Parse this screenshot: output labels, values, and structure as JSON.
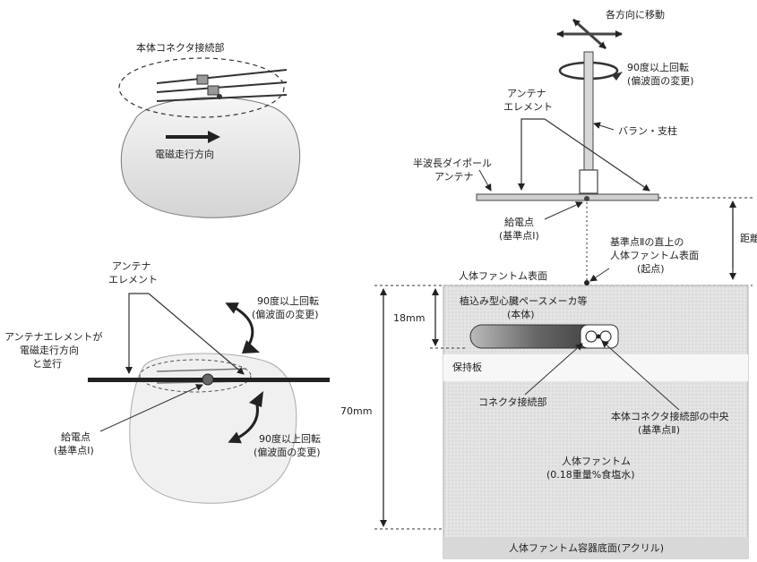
{
  "labels": {
    "body_connector": "本体コネクタ接続部",
    "field_direction": "電磁走行方向",
    "move_each_direction": "各方向に移動",
    "rotate_top_line1": "90度以上回転",
    "rotate_top_line2": "(偏波面の変更)",
    "antenna_element_top_line1": "アンテナ",
    "antenna_element_top_line2": "エレメント",
    "balun_pole": "バラン・支柱",
    "half_wave_dipole_line1": "半波長ダイポール",
    "half_wave_dipole_line2": "アンテナ",
    "feed_point_top_line1": "給電点",
    "feed_point_top_line2": "(基準点Ⅰ)",
    "distance": "距離",
    "ref2_surface_line1": "基準点Ⅱの直上の",
    "ref2_surface_line2": "人体ファントム表面",
    "ref2_surface_line3": "(起点)",
    "phantom_surface": "人体ファントム表面",
    "pacemaker_line1": "植込み型心臓ペースメーカ等",
    "pacemaker_line2": "(本体)",
    "dim_18": "18mm",
    "dim_70": "70mm",
    "holding_plate": "保持板",
    "connector_part": "コネクタ接続部",
    "connector_center_line1": "本体コネクタ接続部の中央",
    "connector_center_line2": "(基準点Ⅱ)",
    "phantom_line1": "人体ファントム",
    "phantom_line2": "(0.18重量%食塩水)",
    "phantom_bottom": "人体ファントム容器底面(アクリル)",
    "antenna_element_left_line1": "アンテナ",
    "antenna_element_left_line2": "エレメント",
    "antenna_parallel_line1": "アンテナエレメントが",
    "antenna_parallel_line2": "電磁走行方向",
    "antenna_parallel_line3": "と並行",
    "rotate_left_line1": "90度以上回転",
    "rotate_left_line2": "(偏波面の変更)",
    "feed_point_left_line1": "給電点",
    "feed_point_left_line2": "(基準点Ⅰ)",
    "rotate_lower_line1": "90度以上回転",
    "rotate_lower_line2": "(偏波面の変更)"
  }
}
